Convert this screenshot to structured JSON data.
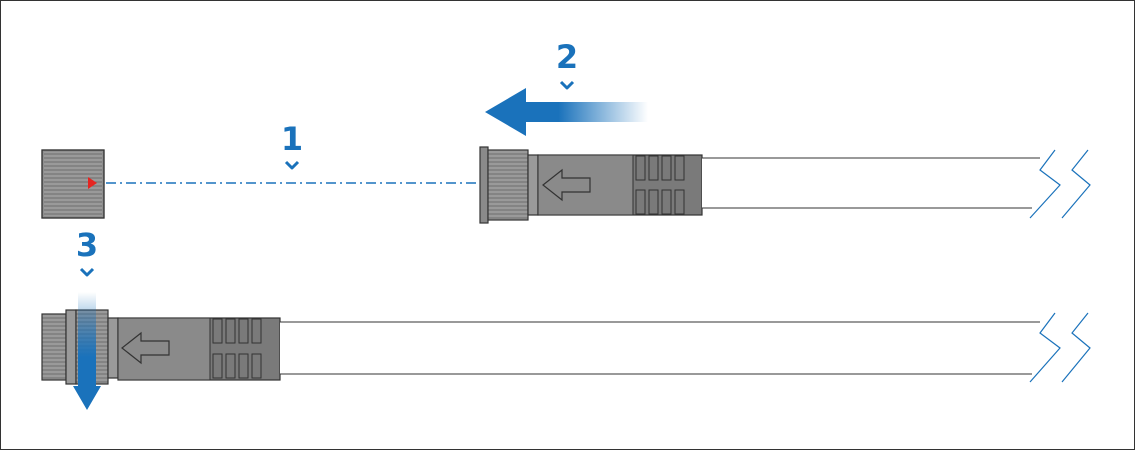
{
  "diagram": {
    "steps": [
      {
        "id": 1,
        "label": "1"
      },
      {
        "id": 2,
        "label": "2"
      },
      {
        "id": 3,
        "label": "3"
      }
    ],
    "colors": {
      "accent": "#1a72bb",
      "connector_dark": "#7a7a7a",
      "connector_mid": "#999999",
      "connector_light": "#b5b5b5",
      "outline": "#333333",
      "cable": "#ffffff",
      "marker": "#e52521",
      "frame": "#333333"
    }
  }
}
